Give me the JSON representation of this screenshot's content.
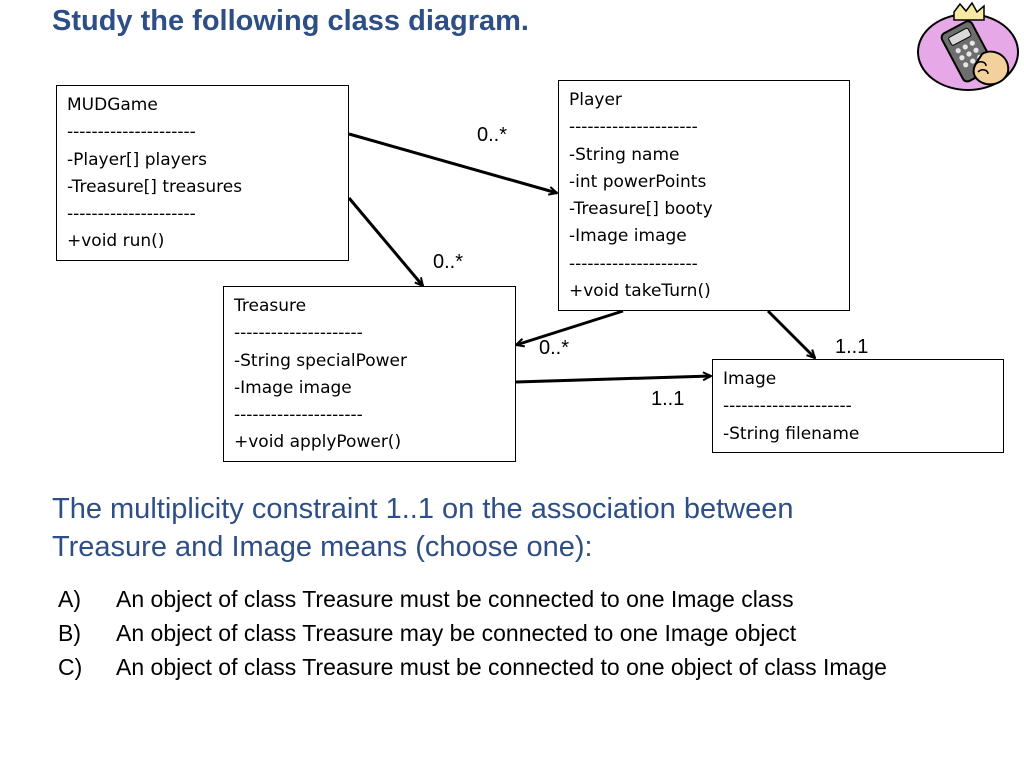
{
  "title": "Study the following class diagram.",
  "diagram": {
    "classes": {
      "mudgame": {
        "name": "MUDGame",
        "separator1": "---------------------",
        "attributes": [
          "-Player[] players",
          "-Treasure[] treasures"
        ],
        "separator2": "---------------------",
        "methods": [
          "+void run()"
        ]
      },
      "player": {
        "name": "Player",
        "separator1": "---------------------",
        "attributes": [
          "-String name",
          "-int powerPoints",
          "-Treasure[] booty",
          "-Image image"
        ],
        "separator2": "---------------------",
        "methods": [
          "+void takeTurn()"
        ]
      },
      "treasure": {
        "name": "Treasure",
        "separator1": "---------------------",
        "attributes": [
          "-String specialPower",
          "-Image image"
        ],
        "separator2": "---------------------",
        "methods": [
          "+void applyPower()"
        ]
      },
      "image": {
        "name": "Image",
        "separator1": "---------------------",
        "attributes": [
          "-String filename"
        ]
      }
    },
    "associations": {
      "mudgame_player": {
        "from": "MUDGame",
        "to": "Player",
        "multiplicity": "0..*"
      },
      "mudgame_treasure": {
        "from": "MUDGame",
        "to": "Treasure",
        "multiplicity": "0..*"
      },
      "player_treasure": {
        "from": "Player",
        "to": "Treasure",
        "multiplicity": "0..*"
      },
      "player_image": {
        "from": "Player",
        "to": "Image",
        "multiplicity": "1..1"
      },
      "treasure_image": {
        "from": "Treasure",
        "to": "Image",
        "multiplicity": "1..1"
      }
    }
  },
  "question": {
    "line1": "The multiplicity constraint 1..1 on the association between",
    "line2": "Treasure and Image means (choose one):",
    "options": [
      {
        "letter": "A)",
        "text": "An object of class Treasure must be connected to one Image class"
      },
      {
        "letter": "B)",
        "text": "An object of class Treasure may be connected to one Image object"
      },
      {
        "letter": "C)",
        "text": "An object of class Treasure must be connected to one object of class Image"
      }
    ]
  },
  "clipart": {
    "icon": "hand-remote-control-icon",
    "colors": {
      "circle": "#e6a8e6",
      "hand": "#f3d19c",
      "remote": "#6e6e6e"
    }
  }
}
